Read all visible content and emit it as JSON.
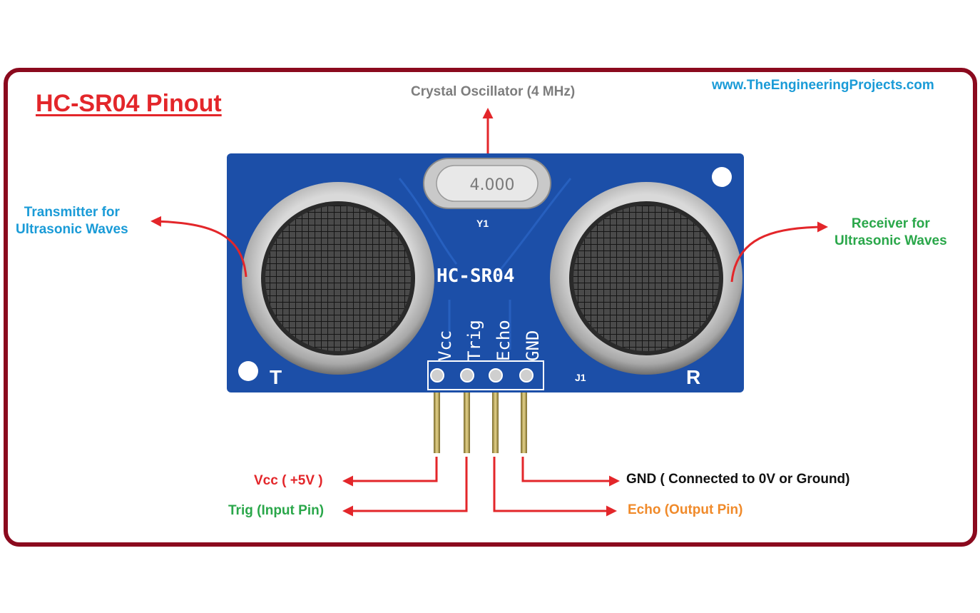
{
  "title": "HC-SR04 Pinout",
  "website": "www.TheEngineeringProjects.com",
  "board": {
    "crystal_marking": "4.000",
    "crystal_ref": "Y1",
    "model": "HC-SR04",
    "header_ref": "J1",
    "transmitter_mark": "T",
    "receiver_mark": "R",
    "pin_silkscreen": [
      "Vcc",
      "Trig",
      "Echo",
      "GND"
    ]
  },
  "labels": {
    "crystal": "Crystal Oscillator (4 MHz)",
    "transmitter_line1": "Transmitter for",
    "transmitter_line2": "Ultrasonic Waves",
    "receiver_line1": "Receiver for",
    "receiver_line2": "Ultrasonic Waves",
    "vcc": "Vcc ( +5V )",
    "trig": "Trig (Input Pin)",
    "gnd": "GND ( Connected to 0V or Ground)",
    "echo": "Echo (Output Pin)"
  },
  "colors": {
    "frame": "#8b0a1e",
    "arrow": "#e3262a",
    "title": "#e3262a",
    "website": "#1a9bd7",
    "board": "#1c4fa8"
  }
}
